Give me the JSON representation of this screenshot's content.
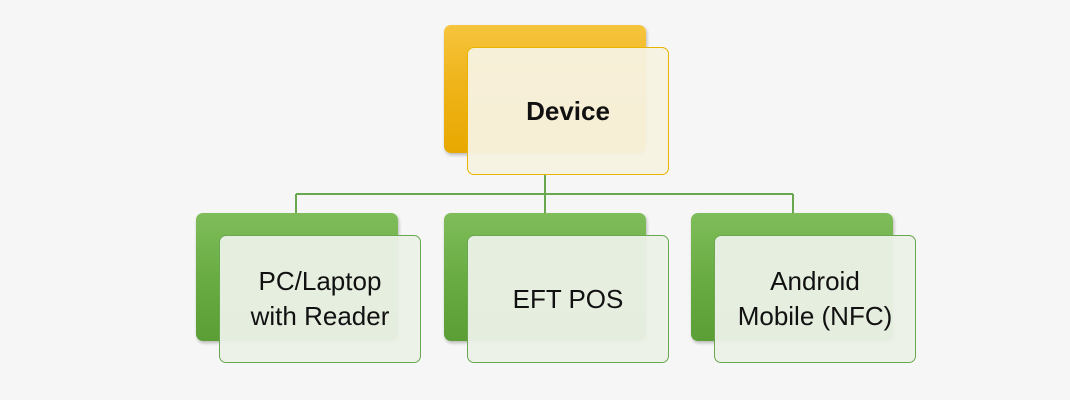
{
  "colors": {
    "root_back": "#efb41a",
    "root_border": "#e8b400",
    "child_back": "#6aac44",
    "child_border": "#6aa84f",
    "connector": "#6aa84f",
    "background": "#f6f6f6"
  },
  "root": {
    "label": "Device"
  },
  "children": [
    {
      "label": "PC/Laptop\nwith Reader"
    },
    {
      "label": "EFT POS"
    },
    {
      "label": "Android\nMobile (NFC)"
    }
  ]
}
